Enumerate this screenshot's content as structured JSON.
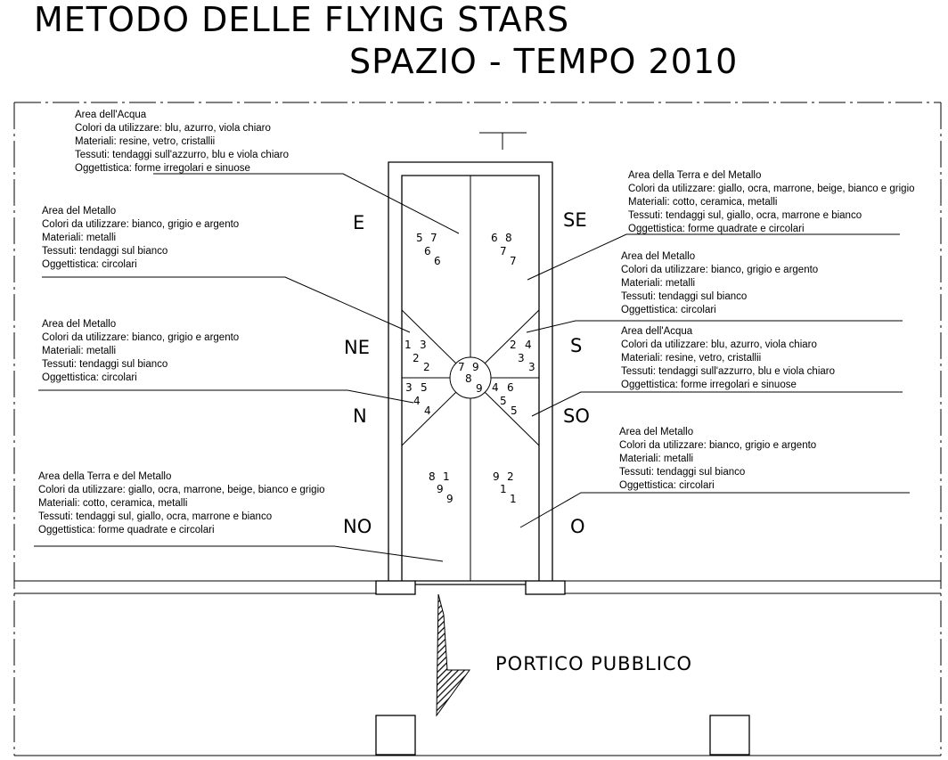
{
  "title": "METODO DELLE FLYING STARS",
  "subtitle": "SPAZIO - TEMPO 2010",
  "portico": "PORTICO  PUBBLICO",
  "top_mark": "T",
  "directions": {
    "E": "E",
    "SE": "SE",
    "NE": "NE",
    "S": "S",
    "N": "N",
    "SO": "SO",
    "NO": "NO",
    "O": "O"
  },
  "notes": {
    "acqua_top": [
      "Area dell'Acqua",
      "Colori da utilizzare: blu, azurro, viola chiaro",
      "Materiali: resine, vetro, cristallii",
      "Tessuti: tendaggi sull'azzurro, blu e viola chiaro",
      "Oggettistica: forme irregolari e sinuose"
    ],
    "metallo_left_1": [
      "Area del Metallo",
      "Colori da utilizzare: bianco, grigio e argento",
      "Materiali: metalli",
      "Tessuti: tendaggi sul bianco",
      "Oggettistica: circolari"
    ],
    "metallo_left_2": [
      "Area del Metallo",
      "Colori da utilizzare: bianco, grigio e argento",
      "Materiali: metalli",
      "Tessuti: tendaggi sul bianco",
      "Oggettistica: circolari"
    ],
    "terra_metallo_left": [
      "Area della Terra e del Metallo",
      "Colori da utilizzare: giallo, ocra, marrone, beige, bianco e grigio",
      "Materiali: cotto, ceramica, metalli",
      "Tessuti: tendaggi sul, giallo, ocra, marrone e bianco",
      "Oggettistica: forme quadrate e circolari"
    ],
    "terra_metallo_right": [
      "Area della Terra e del Metallo",
      "Colori da utilizzare: giallo, ocra, marrone, beige, bianco e grigio",
      "Materiali: cotto, ceramica, metalli",
      "Tessuti: tendaggi sul, giallo, ocra, marrone e bianco",
      "Oggettistica: forme quadrate e circolari"
    ],
    "metallo_right_1": [
      "Area del Metallo",
      "Colori da utilizzare: bianco, grigio e argento",
      "Materiali: metalli",
      "Tessuti: tendaggi sul bianco",
      "Oggettistica: circolari"
    ],
    "acqua_right": [
      "Area dell'Acqua",
      "Colori da utilizzare: blu, azurro, viola chiaro",
      "Materiali: resine, vetro, cristallii",
      "Tessuti: tendaggi sull'azzurro, blu e viola chiaro",
      "Oggettistica: forme irregolari e sinuose"
    ],
    "metallo_right_2": [
      "Area del Metallo",
      "Colori da utilizzare: bianco, grigio e argento",
      "Materiali: metalli",
      "Tessuti: tendaggi sul bianco",
      "Oggettistica: circolari"
    ]
  },
  "stars": {
    "E": [
      "5",
      "7",
      "6",
      "6"
    ],
    "SE": [
      "6",
      "8",
      "7",
      "7"
    ],
    "NE": [
      "1",
      "3",
      "2",
      "2"
    ],
    "S": [
      "2",
      "4",
      "3",
      "3"
    ],
    "centre": [
      "7",
      "9",
      "8",
      "9"
    ],
    "N": [
      "3",
      "5",
      "4",
      "4"
    ],
    "SO": [
      "4",
      "6",
      "5",
      "5"
    ],
    "NO": [
      "8",
      "1",
      "9",
      "9"
    ],
    "O": [
      "9",
      "2",
      "1",
      "1"
    ]
  }
}
